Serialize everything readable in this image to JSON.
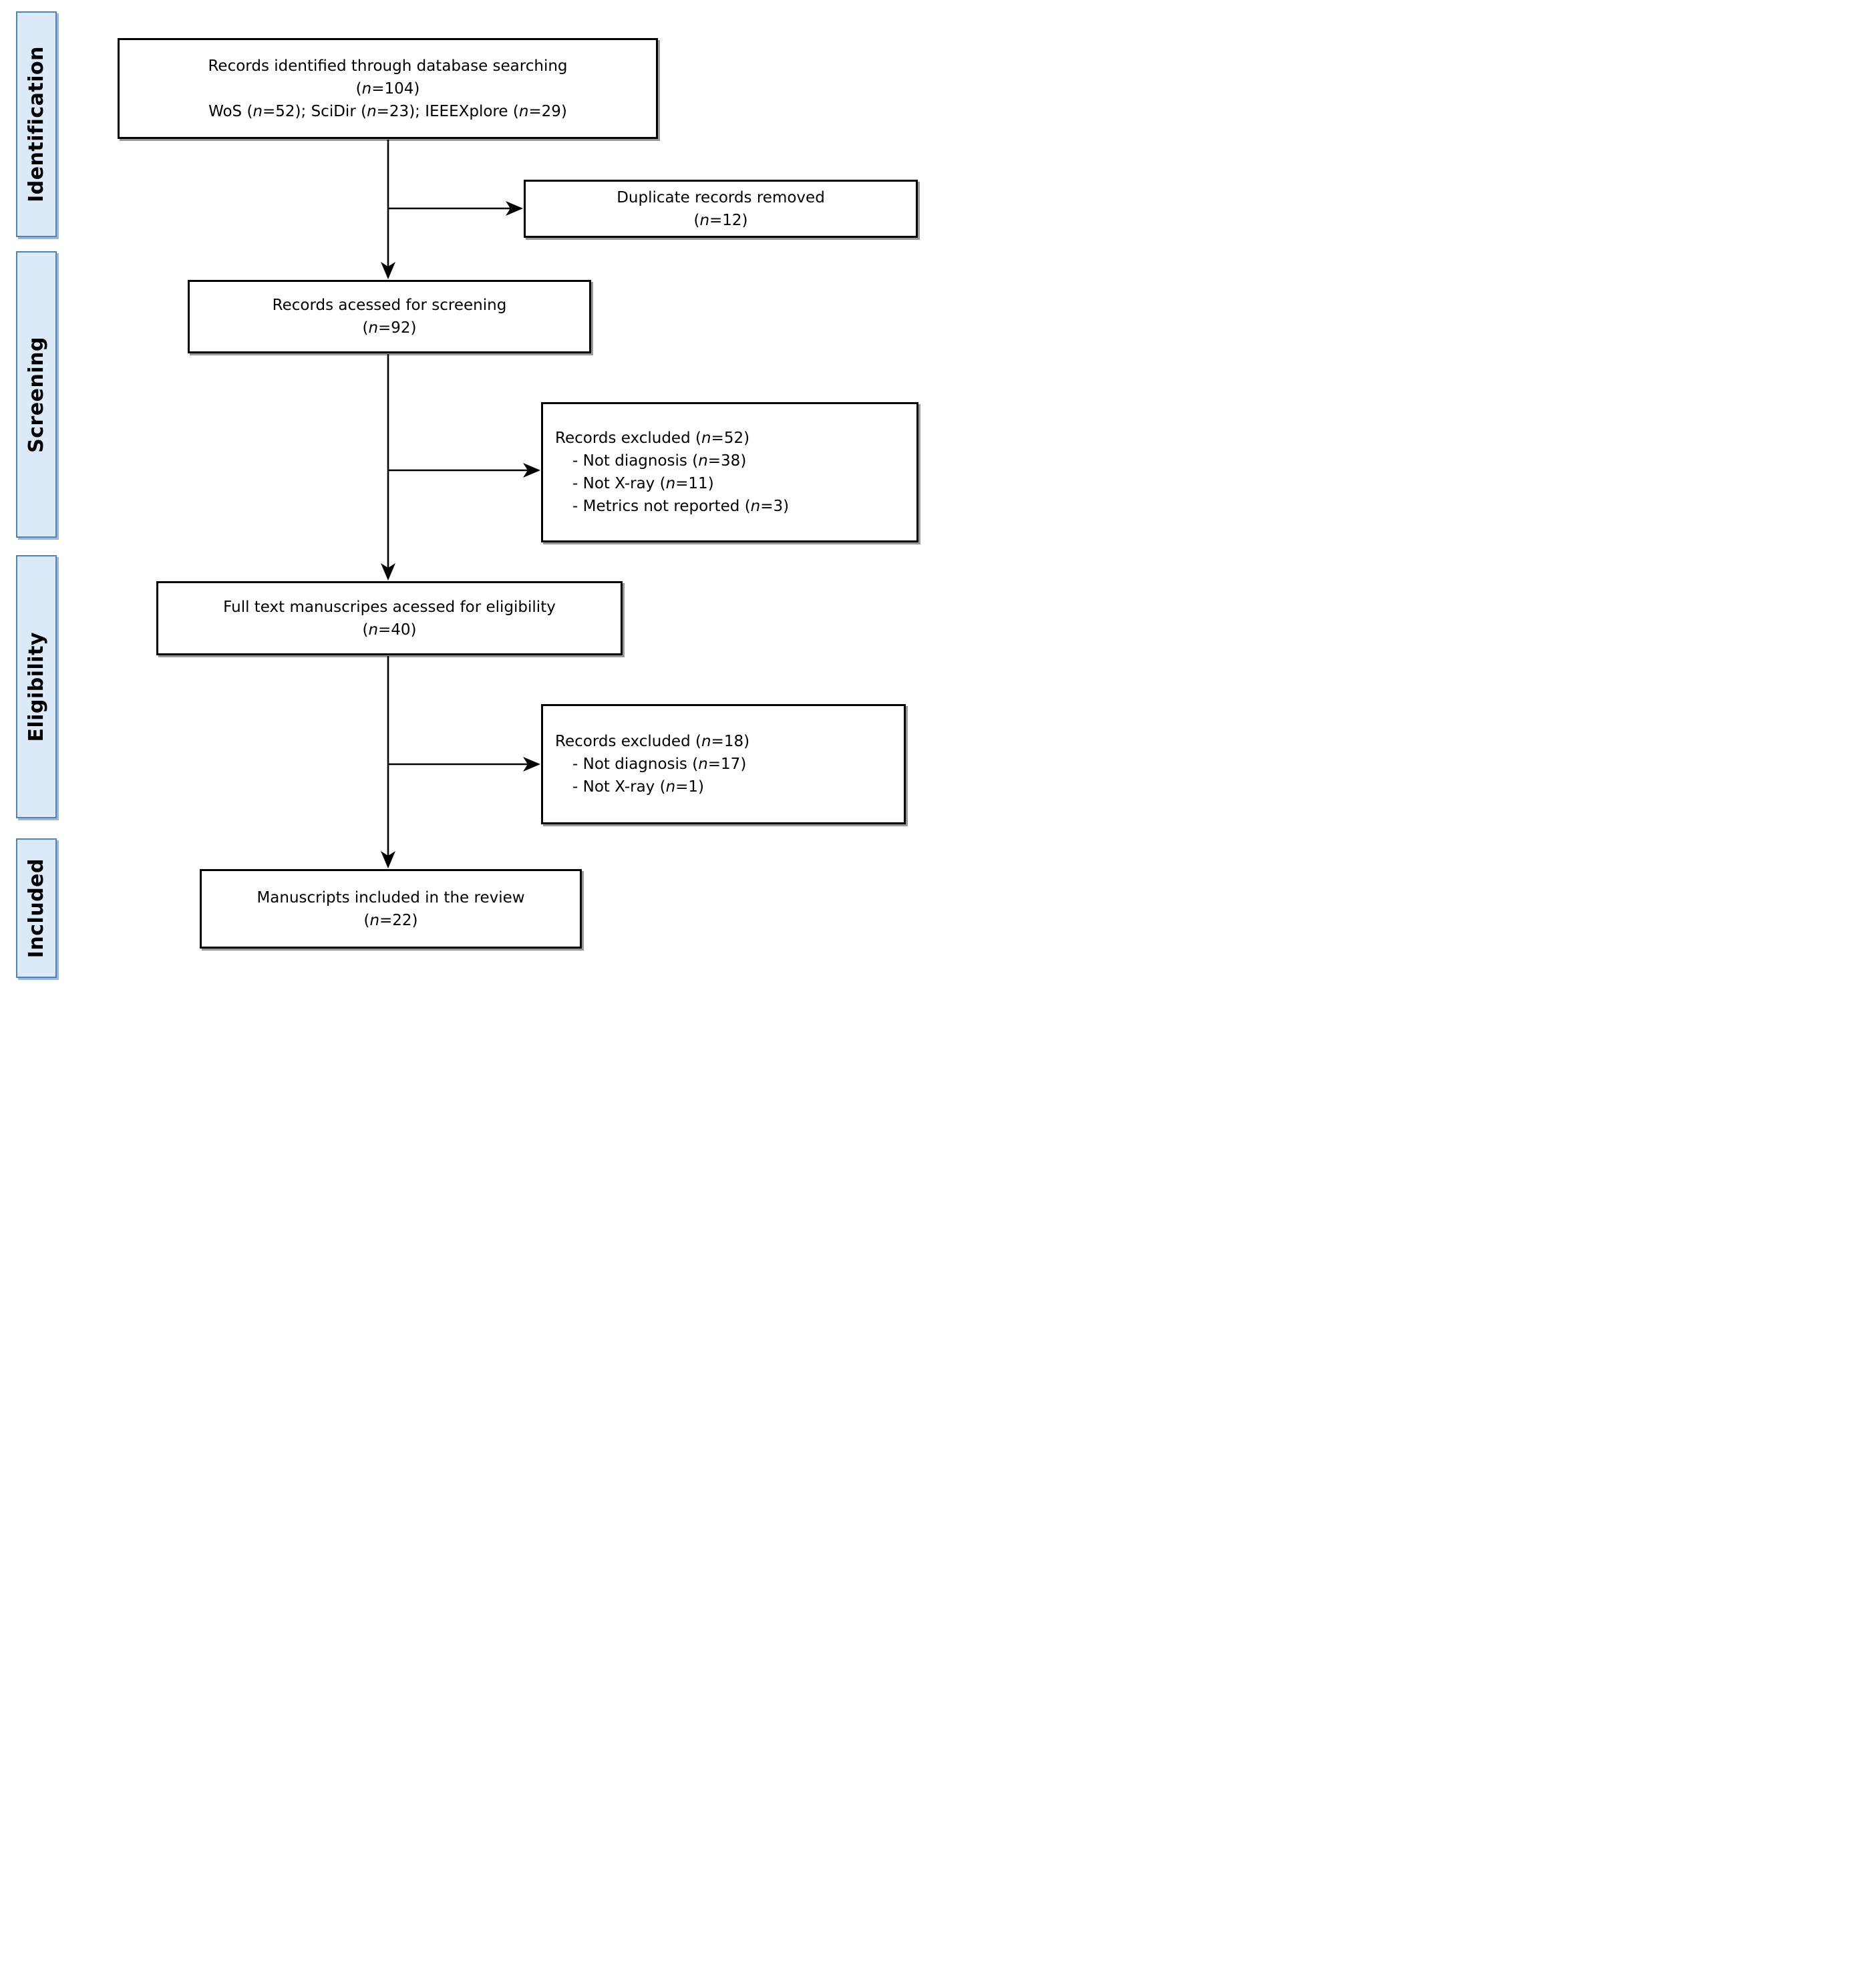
{
  "diagram": {
    "stages": [
      {
        "label": "Identification"
      },
      {
        "label": "Screening"
      },
      {
        "label": "Eligibility"
      },
      {
        "label": "Included"
      }
    ],
    "boxes": {
      "identified": {
        "lines": [
          "Records identified through database searching",
          "(n=104)",
          "WoS (n=52); SciDir (n=23); IEEEXplore (n=29)"
        ]
      },
      "duplicates": {
        "lines": [
          "Duplicate records removed",
          "(n=12)"
        ]
      },
      "screened": {
        "lines": [
          "Records acessed for screening",
          "(n=92)"
        ]
      },
      "excluded_screening": {
        "title": "Records excluded (n=52)",
        "items": [
          "- Not diagnosis (n=38)",
          "- Not X-ray (n=11)",
          "- Metrics not reported (n=3)"
        ]
      },
      "eligibility": {
        "lines": [
          "Full text manuscripes acessed for eligibility",
          "(n=40)"
        ]
      },
      "excluded_eligibility": {
        "title": "Records excluded (n=18)",
        "items": [
          "- Not diagnosis (n=17)",
          "- Not X-ray (n=1)"
        ]
      },
      "included": {
        "lines": [
          "Manuscripts included in the review",
          "(n=22)"
        ]
      }
    },
    "colors": {
      "stage_fill": "#dbe9f8",
      "stage_border": "#4f81bd",
      "stage_shadow": "#9db7d8",
      "box_border": "#000000",
      "box_shadow": "rgba(0,0,0,0.40)",
      "arrow": "#000000"
    }
  }
}
